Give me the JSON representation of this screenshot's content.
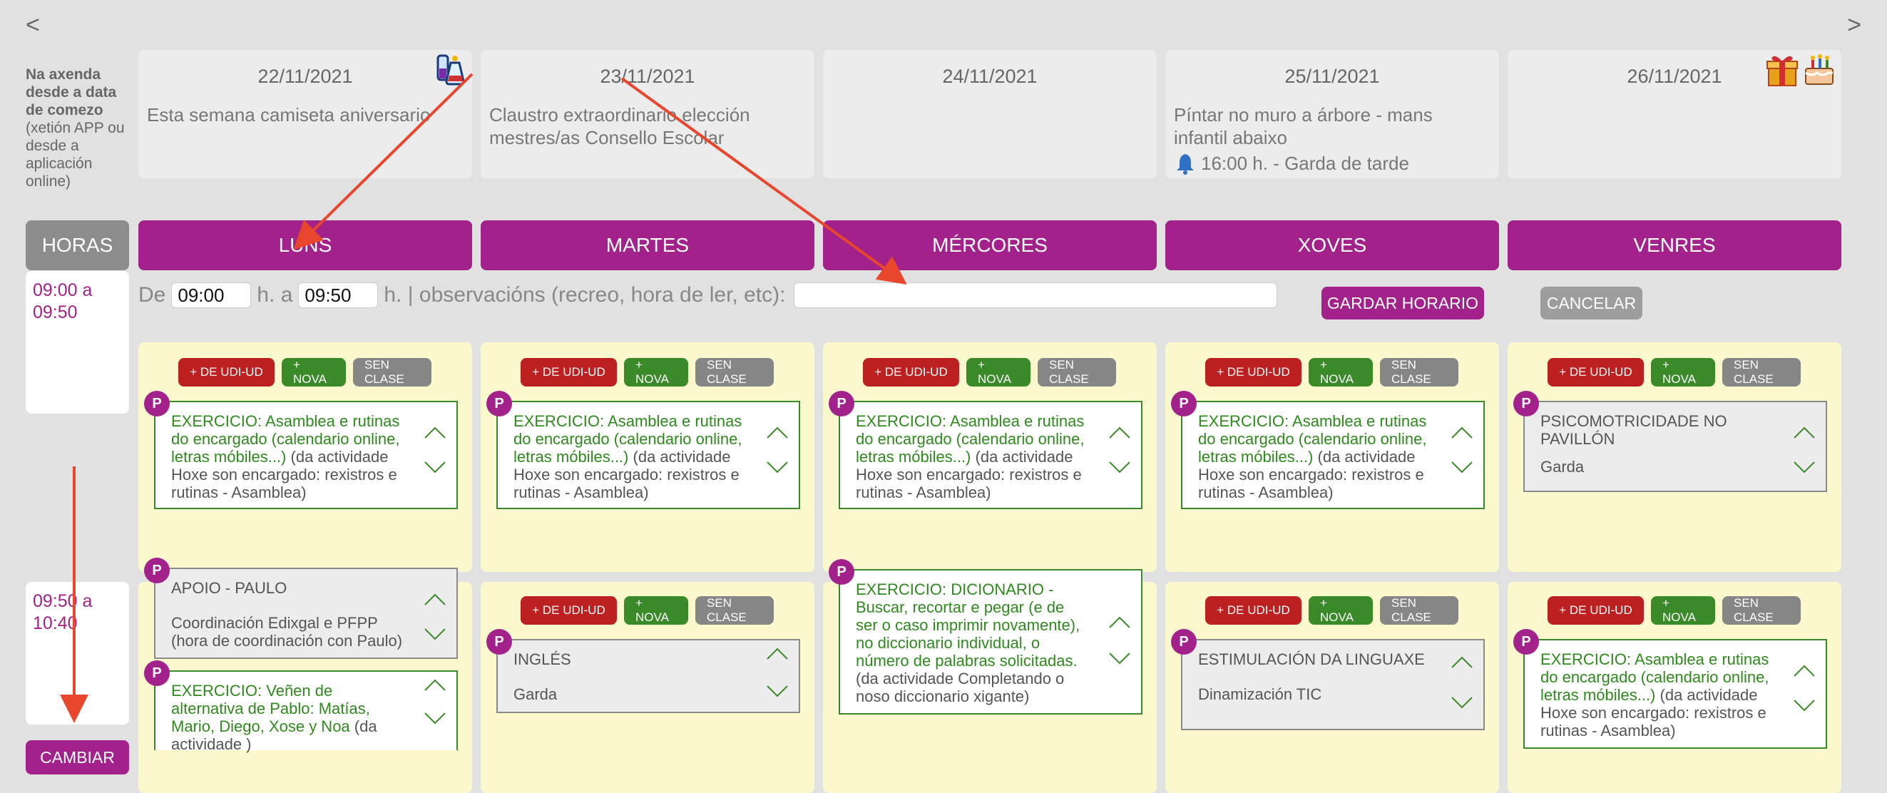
{
  "nav": {
    "prev": "<",
    "next": ">"
  },
  "side_note": {
    "bold": "Na axenda desde a data de comezo",
    "rest": "(xetión APP ou desde a aplicación online)"
  },
  "days": [
    {
      "date": "22/11/2021",
      "note": "Esta semana camiseta aniversario",
      "header": "LUNS"
    },
    {
      "date": "23/11/2021",
      "note": "Claustro extraordinario elección mestres/as Consello Escolar",
      "header": "MARTES"
    },
    {
      "date": "24/11/2021",
      "note": "",
      "header": "MÉRCORES"
    },
    {
      "date": "25/11/2021",
      "note": "Píntar no muro a árbore - mans infantil abaixo",
      "reminder": "16:00 h. - Garda de tarde",
      "header": "XOVES"
    },
    {
      "date": "26/11/2021",
      "note": "",
      "header": "VENRES"
    }
  ],
  "horas_label": "HORAS",
  "slots": [
    {
      "label": "09:00 a 09:50"
    },
    {
      "label": "09:50 a 10:40"
    }
  ],
  "edit": {
    "de": "De",
    "from_value": "09:00",
    "mid": "h. a",
    "to_value": "09:50",
    "suffix": "h. | observacións (recreo, hora de ler, etc):",
    "obs_value": "",
    "save": "GARDAR HORARIO",
    "cancel": "CANCELAR"
  },
  "cambiar": "CAMBIAR",
  "slot_buttons": {
    "ud": "+ DE UDI-UD",
    "nova": "+ NOVA",
    "sen": "SEN CLASE"
  },
  "badge": "P",
  "acts": {
    "ex_asamblea": {
      "title": "EXERCICIO: Asamblea e rutinas do encargado (calendario online, letras móbiles...)",
      "sub": "(da actividade Hoxe son encargado: rexistros e rutinas  - Asamblea)"
    },
    "psicomotricidade": {
      "title": "PSICOMOTRICIDADE NO PAVILLÓN",
      "sub": "Garda"
    },
    "apoio": {
      "title": "APOIO - PAULO",
      "sub": "Coordinación Edixgal e PFPP  (hora de coordinación con Paulo)"
    },
    "ex_venhen": {
      "title": "EXERCICIO: Veñen de alternativa de Pablo: Matías, Mario, Diego, Xose y Noa",
      "sub": "(da actividade )"
    },
    "ingles": {
      "title": "INGLÉS",
      "sub": "Garda"
    },
    "ex_dicionario": {
      "title": "EXERCICIO: DICIONARIO - Buscar, recortar e pegar (e de ser o caso imprimir novamente), no diccionario individual, o número de palabras solicitadas.",
      "sub": "(da actividade Completando o noso diccionario xigante)"
    },
    "estimulacion": {
      "title": "ESTIMULACIÓN DA LINGUAXE",
      "sub": "Dinamización TIC"
    }
  },
  "colors": {
    "accent": "#a3218a",
    "red": "#bc2020",
    "green": "#3a8a2a",
    "annotation_arrow": "#e8472e"
  }
}
